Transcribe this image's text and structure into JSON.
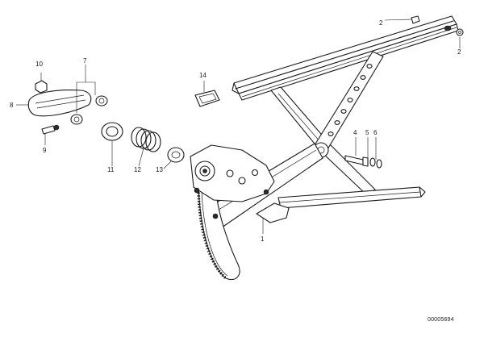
{
  "diagram": {
    "id_number": "00005694",
    "callouts": [
      {
        "key": "c1",
        "label": "1"
      },
      {
        "key": "c2a",
        "label": "2"
      },
      {
        "key": "c2b",
        "label": "2"
      },
      {
        "key": "c4",
        "label": "4"
      },
      {
        "key": "c5",
        "label": "5"
      },
      {
        "key": "c6",
        "label": "6"
      },
      {
        "key": "c7",
        "label": "7"
      },
      {
        "key": "c8",
        "label": "8"
      },
      {
        "key": "c9",
        "label": "9"
      },
      {
        "key": "c10",
        "label": "10"
      },
      {
        "key": "c11",
        "label": "11"
      },
      {
        "key": "c12",
        "label": "12"
      },
      {
        "key": "c13",
        "label": "13"
      },
      {
        "key": "c14",
        "label": "14"
      }
    ]
  }
}
